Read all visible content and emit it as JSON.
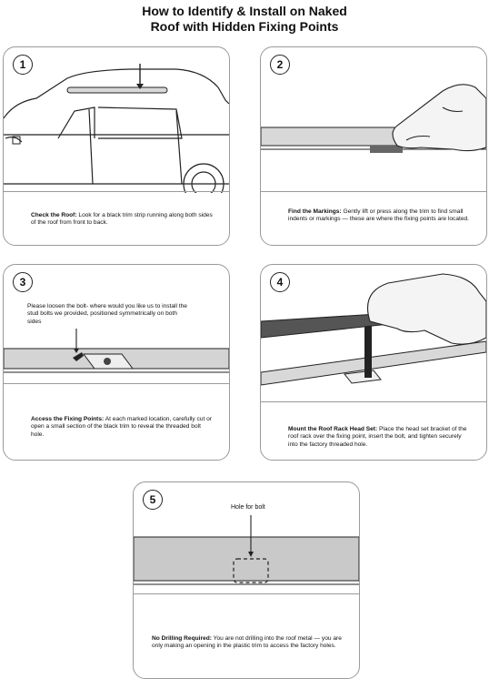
{
  "title": {
    "line1": "How to Identify & Install on Naked",
    "line2": "Roof with Hidden Fixing Points"
  },
  "steps": [
    {
      "number": "1",
      "heading": "Check the Roof:",
      "text": "Look for a black trim strip running along both sides of the roof from front to back."
    },
    {
      "number": "2",
      "heading": "Find the Markings:",
      "text": "Gently lift or press along the trim to find small indents or markings — these are where the fixing points are located."
    },
    {
      "number": "3",
      "heading": "Access the Fixing Points:",
      "text": "At each marked location, carefully cut or open a small section of the black trim to reveal the threaded bolt hole.",
      "note": "Please loosen the bolt- where would you like us to install the stud bolts we provided, positioned symmetrically on both sides"
    },
    {
      "number": "4",
      "heading": "Mount the Roof Rack Head Set:",
      "text": "Place the head set bracket of the roof rack over the fixing point, insert the bolt, and tighten securely into the factory threaded hole."
    },
    {
      "number": "5",
      "heading": "No Drilling Required:",
      "text": "You are not drilling into the roof metal — you are only making an opening in the plastic trim to access the factory holes.",
      "label": "Hole for bolt"
    }
  ],
  "icons": [
    "down-arrow-icon",
    "hand-icon",
    "bolt-icon"
  ],
  "colors": {
    "border": "#9a9a9a",
    "trim": "#c9c9c9",
    "line": "#222222"
  }
}
